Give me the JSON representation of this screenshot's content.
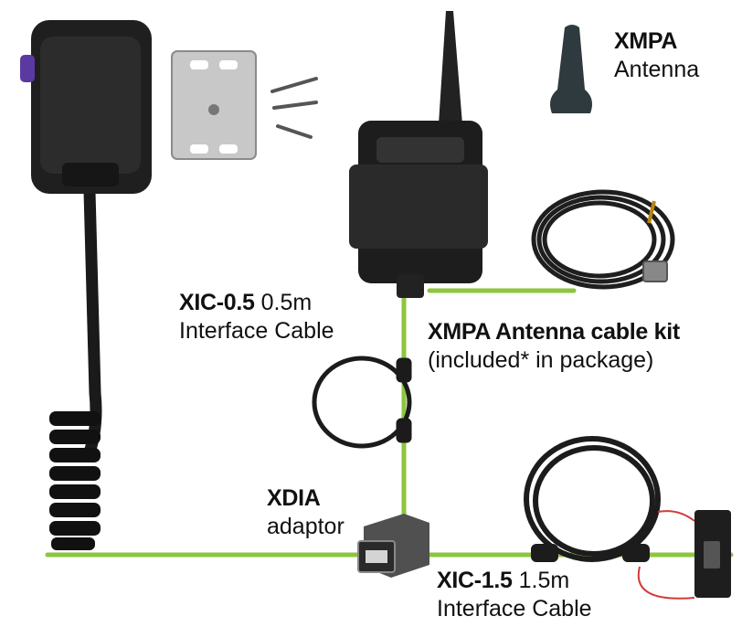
{
  "colors": {
    "cable_line": "#8cc63f",
    "device_body": "#1c1c1c",
    "text": "#111111"
  },
  "labels": {
    "xmpa": {
      "title": "XMPA",
      "desc": "Antenna"
    },
    "xic05": {
      "code": "XIC-0.5",
      "spec": "0.5m",
      "desc": "Interface Cable"
    },
    "kit": {
      "title": "XMPA Antenna cable kit",
      "desc": "(included* in package)"
    },
    "xdia": {
      "title": "XDIA",
      "desc": "adaptor"
    },
    "xic15": {
      "code": "XIC-1.5",
      "spec": "1.5m",
      "desc": "Interface Cable"
    }
  },
  "items": [
    {
      "icon": "speaker-microphone-icon"
    },
    {
      "icon": "mounting-clip-icon"
    },
    {
      "icon": "screws-icon"
    },
    {
      "icon": "antenna-icon"
    },
    {
      "icon": "radio-icon"
    },
    {
      "icon": "antenna-cable-coil-icon"
    },
    {
      "icon": "cable-coil-icon"
    },
    {
      "icon": "adaptor-icon"
    },
    {
      "icon": "large-cable-coil-icon"
    },
    {
      "icon": "connector-board-icon"
    }
  ]
}
